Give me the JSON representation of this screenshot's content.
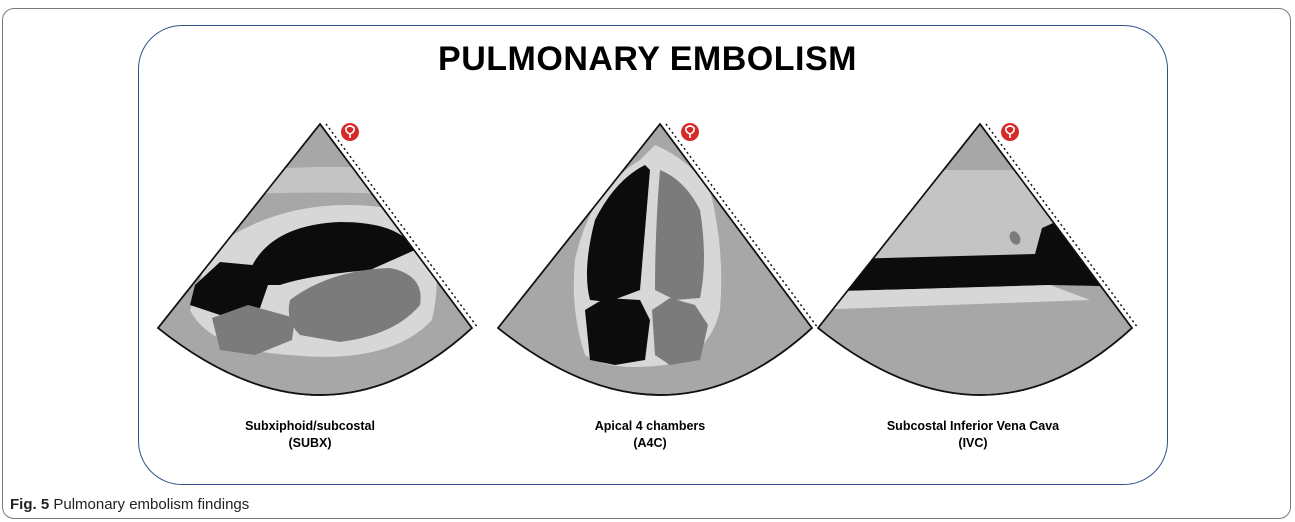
{
  "figure": {
    "title": "PULMONARY EMBOLISM",
    "caption_label": "Fig. 5",
    "caption_text": "Pulmonary embolism findings"
  },
  "views": [
    {
      "name": "Subxiphoid/subcostal",
      "abbr": "(SUBX)"
    },
    {
      "name": "Apical 4 chambers",
      "abbr": "(A4C)"
    },
    {
      "name": "Subcostal Inferior Vena Cava",
      "abbr": "(IVC)"
    }
  ],
  "colors": {
    "frame_border": "#30538c",
    "sector_fill": "#a7a7a7",
    "sector_stroke": "#111111",
    "tissue_light": "#d7d7d7",
    "chamber_dark": "#0c0c0c",
    "chamber_mid": "#7b7b7b",
    "marker_red": "#d42a2a"
  },
  "icons": {
    "probe_marker": "probe-orientation-marker-icon"
  }
}
